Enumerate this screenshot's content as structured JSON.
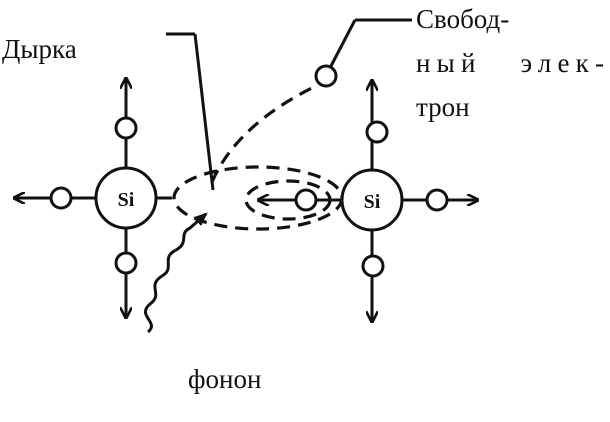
{
  "labels": {
    "hole": "Дырка",
    "free_electron_line1": "Свобод-",
    "free_electron_line2": "ный   элек-",
    "free_electron_line3": "трон",
    "phonon": "фонон"
  },
  "atoms": {
    "left": "Si",
    "right": "Si"
  },
  "colors": {
    "ink": "#111111",
    "background": "#ffffff"
  }
}
